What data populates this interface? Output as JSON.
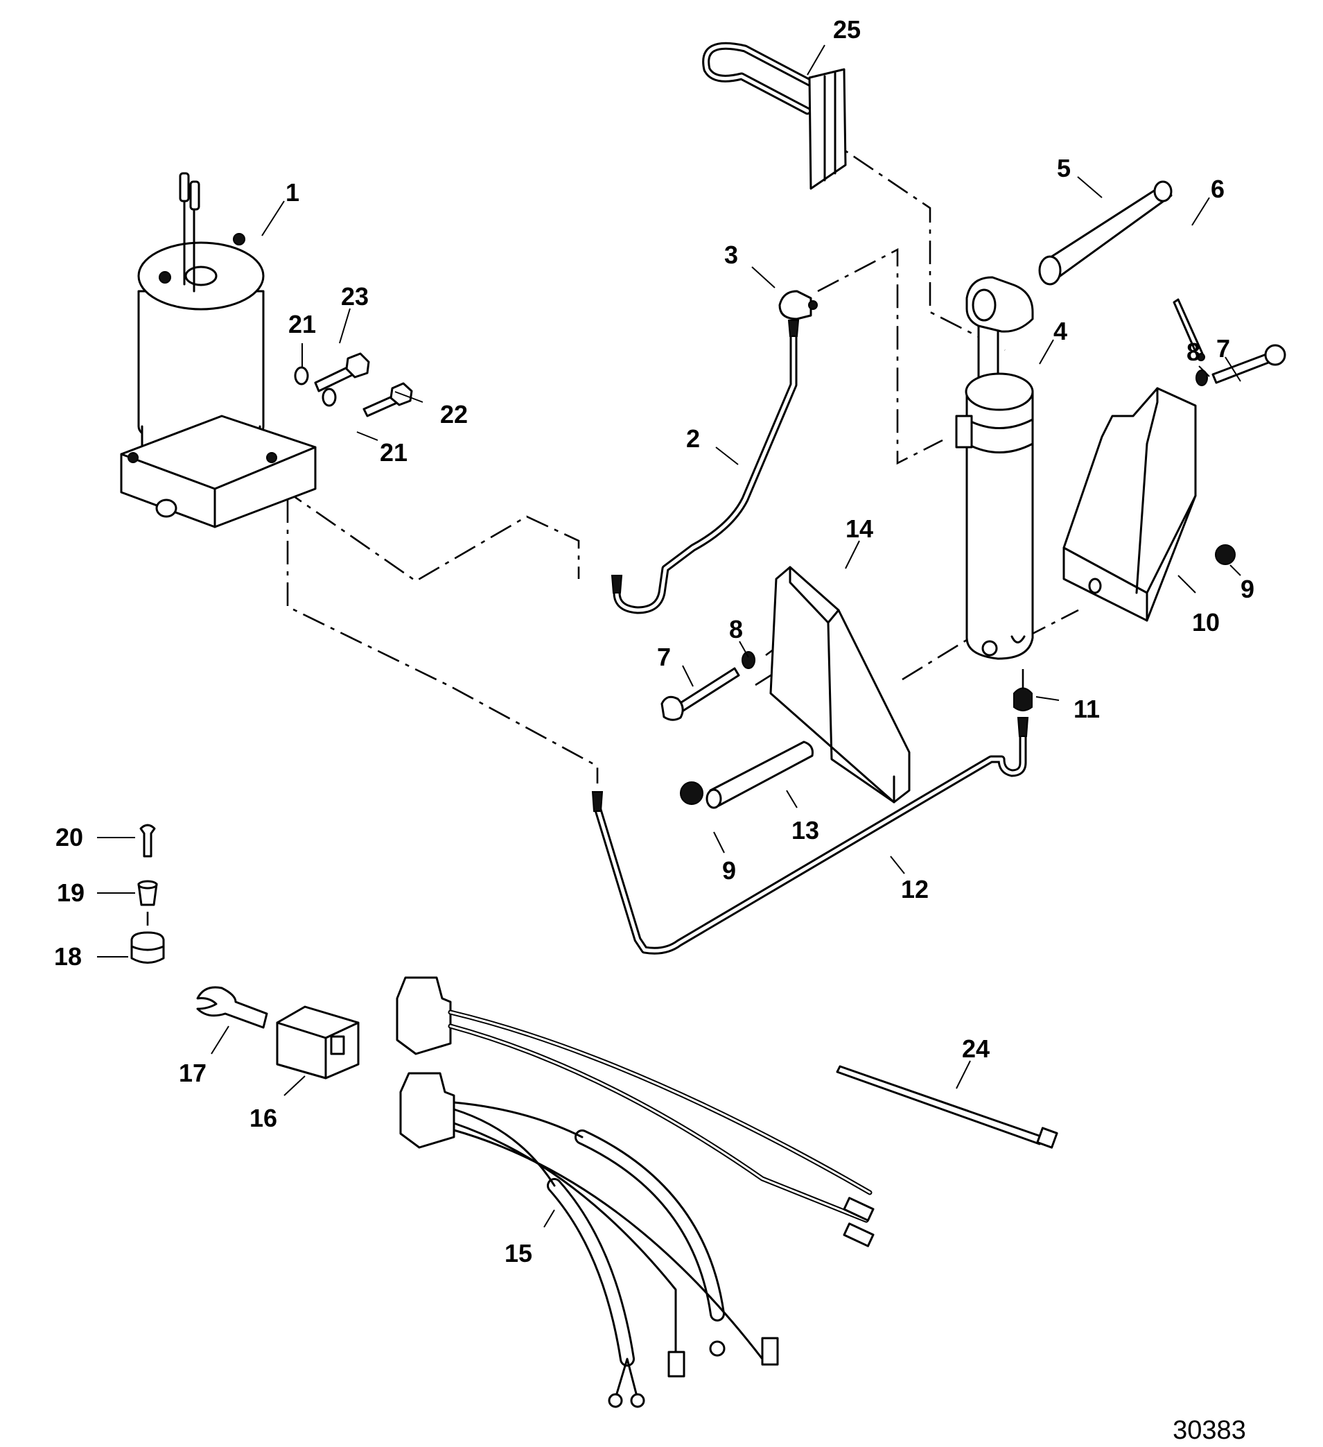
{
  "diagram": {
    "type": "exploded-parts-diagram",
    "figure_number": "30383",
    "callouts": [
      {
        "id": "c1",
        "label": "1",
        "part": "pump-motor"
      },
      {
        "id": "c2",
        "label": "2",
        "part": "hydraulic-tube-upper"
      },
      {
        "id": "c3",
        "label": "3",
        "part": "elbow-fitting"
      },
      {
        "id": "c4",
        "label": "4",
        "part": "trim-cylinder"
      },
      {
        "id": "c5",
        "label": "5",
        "part": "pin"
      },
      {
        "id": "c6",
        "label": "6",
        "part": "cotter-pin"
      },
      {
        "id": "c7a",
        "label": "7",
        "part": "bolt-right"
      },
      {
        "id": "c7b",
        "label": "7",
        "part": "bolt-left"
      },
      {
        "id": "c8a",
        "label": "8",
        "part": "washer-right"
      },
      {
        "id": "c8b",
        "label": "8",
        "part": "washer-left"
      },
      {
        "id": "c9a",
        "label": "9",
        "part": "nut-right"
      },
      {
        "id": "c9b",
        "label": "9",
        "part": "nut-lower"
      },
      {
        "id": "c10",
        "label": "10",
        "part": "bracket-right"
      },
      {
        "id": "c11",
        "label": "11",
        "part": "fitting"
      },
      {
        "id": "c12",
        "label": "12",
        "part": "hydraulic-tube-lower"
      },
      {
        "id": "c13",
        "label": "13",
        "part": "anchor-pin"
      },
      {
        "id": "c14",
        "label": "14",
        "part": "bracket-left"
      },
      {
        "id": "c15",
        "label": "15",
        "part": "wiring-harness"
      },
      {
        "id": "c16",
        "label": "16",
        "part": "connector-block"
      },
      {
        "id": "c17",
        "label": "17",
        "part": "retainer-clip"
      },
      {
        "id": "c18",
        "label": "18",
        "part": "grommet"
      },
      {
        "id": "c19",
        "label": "19",
        "part": "sleeve"
      },
      {
        "id": "c20",
        "label": "20",
        "part": "screw"
      },
      {
        "id": "c21a",
        "label": "21",
        "part": "washer-upper"
      },
      {
        "id": "c21b",
        "label": "21",
        "part": "washer-lower"
      },
      {
        "id": "c22",
        "label": "22",
        "part": "bolt-short"
      },
      {
        "id": "c23",
        "label": "23",
        "part": "bolt-long"
      },
      {
        "id": "c24",
        "label": "24",
        "part": "cable-tie"
      },
      {
        "id": "c25",
        "label": "25",
        "part": "clamp-bracket"
      }
    ]
  }
}
